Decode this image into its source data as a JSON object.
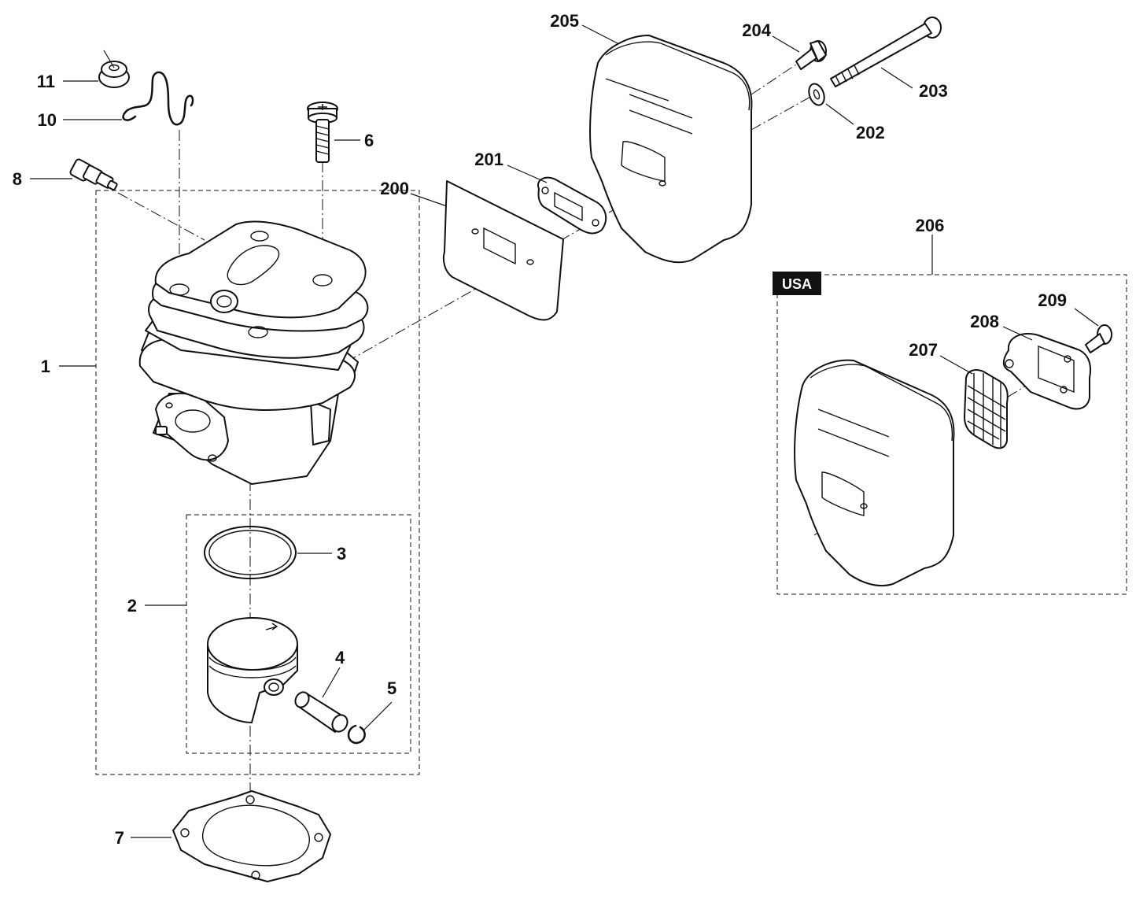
{
  "diagram": {
    "callouts": {
      "c1": "1",
      "c2": "2",
      "c3": "3",
      "c4": "4",
      "c5": "5",
      "c6": "6",
      "c7": "7",
      "c8": "8",
      "c10": "10",
      "c11": "11",
      "c200": "200",
      "c201": "201",
      "c202": "202",
      "c203": "203",
      "c204": "204",
      "c205": "205",
      "c206": "206",
      "c207": "207",
      "c208": "208",
      "c209": "209"
    },
    "region_badge": "USA"
  }
}
